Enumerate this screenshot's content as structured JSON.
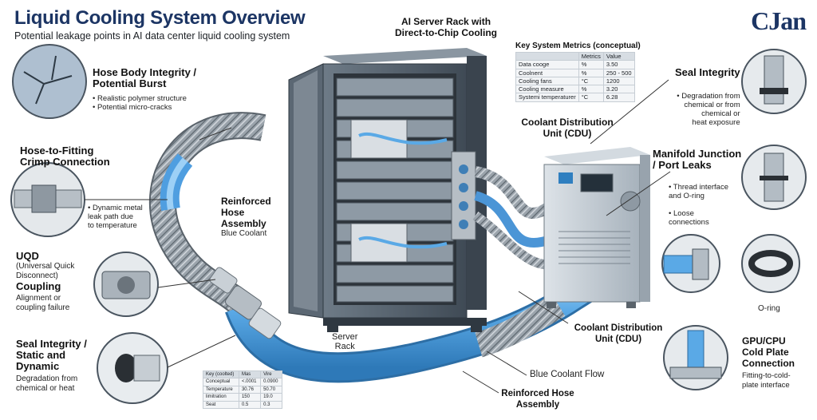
{
  "header": {
    "title": "Liquid Cooling System Overview",
    "subtitle": "Potential leakage points in AI data center liquid cooling system",
    "logo": "CJan"
  },
  "center": {
    "rack_title": "AI Server Rack with\nDirect-to-Chip Cooling",
    "rack_label": "Server\nRack",
    "hose_assembly_title": "Reinforced\nHose\nAssembly",
    "hose_assembly_sub": "Blue Coolant",
    "cdu_top_label": "Coolant Distribution\nUnit (CDU)",
    "cdu_bottom_label": "Coolant Distribution\nUnit (CDU)",
    "blue_flow_label": "Blue Coolant Flow",
    "bottom_hose_label": "Reinforced Hose\nAssembly"
  },
  "metrics_table": {
    "title": "Key System Metrics (conceptual)",
    "headers": [
      "",
      "Metrics",
      "Value"
    ],
    "rows": [
      [
        "Data cooge",
        "%",
        "3.50"
      ],
      [
        "Coolnent",
        "%",
        "250 - 500"
      ],
      [
        "Cooling fans",
        "°C",
        "1200"
      ],
      [
        "Cooling measure",
        "%",
        "3.20"
      ],
      [
        "Systemi temperaturer",
        "°C",
        "6.28"
      ]
    ]
  },
  "small_table": {
    "headers": [
      "Key (coolted)",
      "Mas",
      "Vire"
    ],
    "rows": [
      [
        "Conceptual",
        "<.0001",
        "0.0900"
      ],
      [
        "Temperature",
        "30.76",
        "50.70"
      ],
      [
        "limitration",
        "150",
        "19.0"
      ],
      [
        "Seat",
        "0.5",
        "0.3"
      ]
    ]
  },
  "left_callouts": [
    {
      "title": "Hose Body Integrity /\nPotential Burst",
      "bullets": [
        "Realistic polymer structure",
        "Potential micro-cracks"
      ]
    },
    {
      "title": "Hose-to-Fitting\nCrimp Connection",
      "bullets": [
        "Dynamic metal\nleak path due\nto temperature"
      ]
    },
    {
      "title": "UQD",
      "subtitle": "(Universal Quick\nDisconnect)",
      "title2": "Coupling",
      "desc": "Alignment or\ncoupling failure"
    },
    {
      "title": "Seal Integrity /\nStatic and\nDynamic",
      "desc": "Degradation from\nchemical or heat"
    }
  ],
  "right_callouts": [
    {
      "title": "Seal Integrity",
      "bullets": [
        "Degradation from\nchemical or from\nchemical or\nheat exposure"
      ]
    },
    {
      "title": "Manifold Junction\n/ Port Leaks",
      "bullets": [
        "Thread interface\nand O-ring",
        "Loose\nconnections"
      ]
    },
    {
      "title": "",
      "caption": "O-ring"
    },
    {
      "title": "GPU/CPU\nCold Plate\nConnection",
      "desc": "Fitting-to-cold-\nplate interface"
    }
  ],
  "colors": {
    "title": "#1c3564",
    "coolant": "#5aa9e6",
    "rack": "#5d6b78",
    "cdu": "#bcc6cf"
  }
}
